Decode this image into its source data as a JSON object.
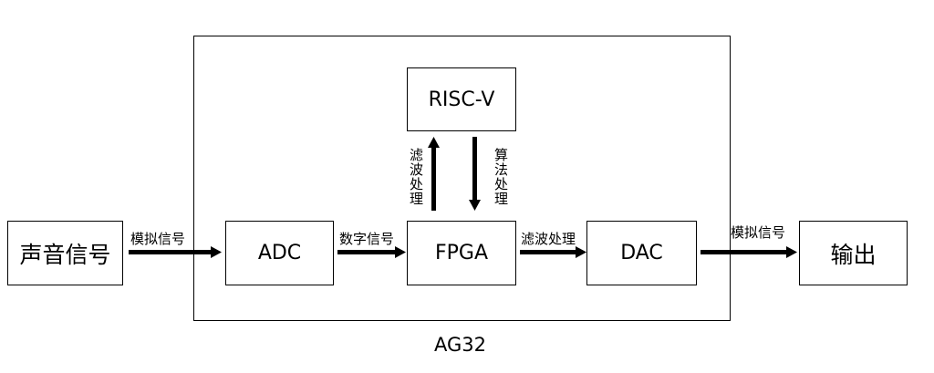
{
  "diagram": {
    "container_label": "AG32",
    "nodes": {
      "input": "声音信号",
      "adc": "ADC",
      "fpga": "FPGA",
      "riscv": "RISC-V",
      "dac": "DAC",
      "output": "输出"
    },
    "edges": {
      "input_to_adc": "模拟信号",
      "adc_to_fpga": "数字信号",
      "fpga_to_dac": "滤波处理",
      "dac_to_output": "模拟信号",
      "fpga_to_riscv": "滤波处理",
      "riscv_to_fpga": "算法处理"
    }
  }
}
